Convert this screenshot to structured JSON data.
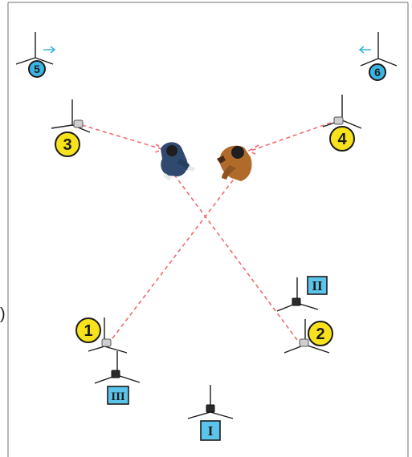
{
  "yellow_markers": [
    {
      "id": "yellow-1",
      "label": "1"
    },
    {
      "id": "yellow-2",
      "label": "2"
    },
    {
      "id": "yellow-3",
      "label": "3"
    },
    {
      "id": "yellow-4",
      "label": "4"
    }
  ],
  "blue_markers": [
    {
      "id": "blue-5",
      "label": "5"
    },
    {
      "id": "blue-6",
      "label": "6"
    }
  ],
  "roman_markers": [
    {
      "id": "roman-I",
      "label": "I"
    },
    {
      "id": "roman-II",
      "label": "II"
    },
    {
      "id": "roman-III",
      "label": "III"
    }
  ],
  "edge_mark": ")",
  "colors": {
    "yellow": "#f7e21b",
    "blue": "#3bb4e3",
    "ray": "#f06b6b",
    "person_left_shirt": "#2f4a6e",
    "person_right_shirt": "#b06a2a"
  }
}
